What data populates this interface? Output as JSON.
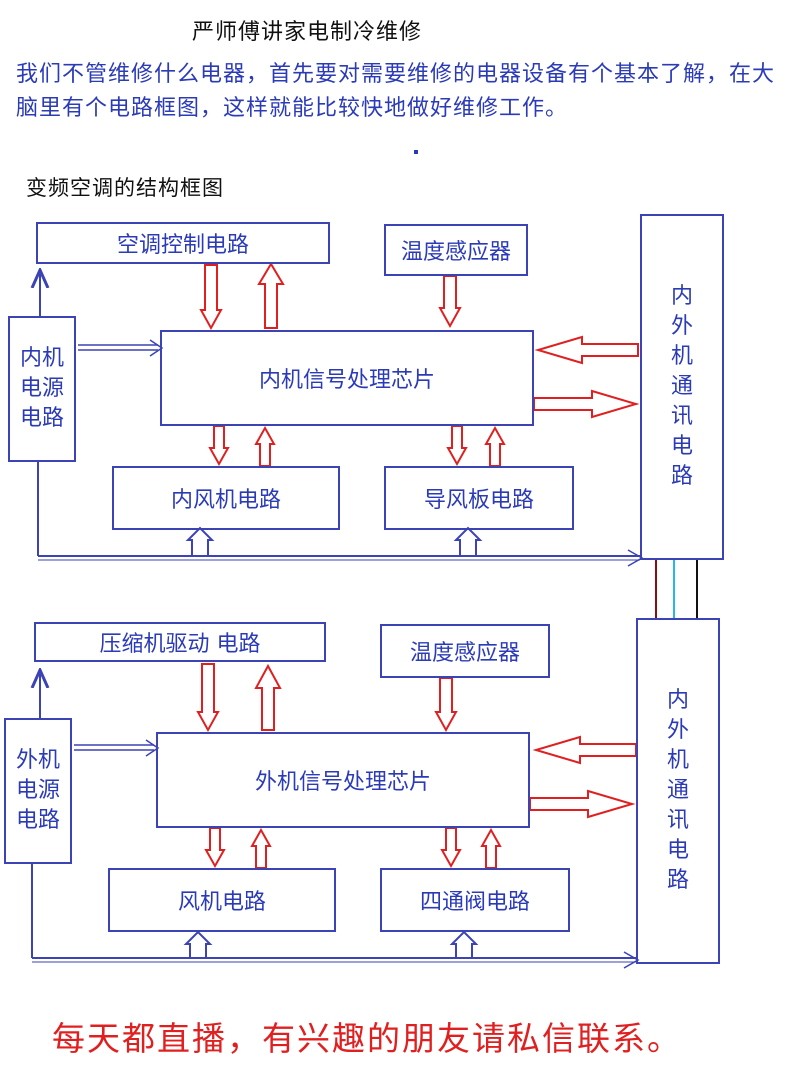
{
  "title": "严师傅讲家电制冷维修",
  "intro": "我们不管维修什么电器，首先要对需要维修的电器设备有个基本了解，在大脑里有个电路框图，这样就能比较快地做好维修工作。",
  "section_title": "变频空调的结构框图",
  "indoor": {
    "control": "空调控制电路",
    "temp_sensor": "温度感应器",
    "power": [
      "内机",
      "电源",
      "电路"
    ],
    "chip": "内机信号处理芯片",
    "fan": "内风机电路",
    "guide": "导风板电路",
    "comm": [
      "内",
      "外",
      "机",
      "通",
      "讯",
      "电",
      "路"
    ]
  },
  "outdoor": {
    "compressor": "压缩机驱动 电路",
    "temp_sensor": "温度感应器",
    "power": [
      "外机",
      "电源",
      "电路"
    ],
    "chip": "外机信号处理芯片",
    "fan": "风机电路",
    "valve": "四通阀电路",
    "comm": [
      "内",
      "外",
      "机",
      "通",
      "讯",
      "电",
      "路"
    ]
  },
  "footer": "每天都直播，有兴趣的朋友请私信联系。",
  "colors": {
    "box": "#3b43b5",
    "text": "#2b3bb8",
    "arrow": "#e02020",
    "footer": "#e02020",
    "wire_cyan": "#26b6e8"
  }
}
